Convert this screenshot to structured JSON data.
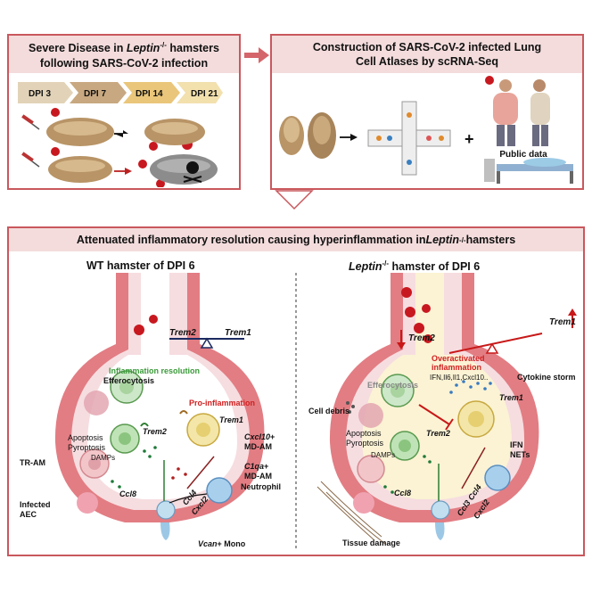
{
  "top_left": {
    "title_line1_a": "Severe Disease in ",
    "title_line1_gene": "Leptin",
    "title_line1_sup": "-/-",
    "title_line1_b": " hamsters",
    "title_line2": "following SARS-CoV-2 infection",
    "dpi": [
      "DPI 3",
      "DPI 7",
      "DPI 14",
      "DPI 21"
    ]
  },
  "top_right": {
    "title_line1": "Construction  of SARS-CoV-2 infected Lung",
    "title_line2": "Cell Atlases by scRNA-Seq",
    "public_data": "Public data",
    "plus": "+"
  },
  "bottom": {
    "banner_a": "Attenuated inflammatory resolution causing hyperinflammation in ",
    "banner_gene": "Leptin",
    "banner_sup": "-/-",
    "banner_b": " hamsters",
    "left_title": "WT hamster of DPI 6",
    "right_title_gene": "Leptin",
    "right_title_sup": "-/-",
    "right_title_b": " hamster of DPI 6"
  },
  "wt": {
    "trem2": "Trem2",
    "trem1": "Trem1",
    "inflammation_resolution": "Inflammation resolution",
    "efferocytosis": "Efferocytosis",
    "pro_inflammation": "Pro-inflammation",
    "apoptosis": "Apoptosis",
    "pyroptosis": "Pyroptosis",
    "trem2_cell": "Trem2",
    "trem1_cell": "Trem1",
    "damps": "DAMPs",
    "cxcl10_gene": "Cxcl10",
    "cxcl10_plus": "+",
    "md_am": "MD-AM",
    "c1qa_gene": "C1qa",
    "c1qa_plus": "+",
    "md_am2": "MD-AM",
    "neutrophil": "Neutrophil",
    "tr_am": "TR-AM",
    "ccl8": "Ccl8",
    "ccl4": "Ccl4",
    "cxcl2": "Cxcl2",
    "infected": "Infected",
    "aec": "AEC",
    "vcan_gene": "Vcan",
    "vcan_rest": "+ Mono"
  },
  "ko": {
    "trem2": "Trem2",
    "trem1": "Trem1",
    "overactivated_1": "Overactivated",
    "overactivated_2": "inflammation",
    "cytokines": "IFN,Il6,Il1,Cxcl10..",
    "cytokine_storm": "Cytokine storm",
    "efferocytosis": "Efferocytosis",
    "cell_debris": "Cell debris",
    "apoptosis": "Apoptosis",
    "pyroptosis": "Pyroptosis",
    "damps": "DAMPs",
    "trem2_cell": "Trem2",
    "trem1_cell": "Trem1",
    "ifn": "IFN",
    "nets": "NETs",
    "ccl8": "Ccl8",
    "ccl3": "Ccl3",
    "ccl4": "Ccl4",
    "cxcl2": "Cxcl2",
    "tissue_damage": "Tissue damage"
  },
  "colors": {
    "border": "#c9585d",
    "band": "#f4dcdc",
    "tissue": "#e8848a",
    "green": "#3a9a3a",
    "red": "#d02020"
  }
}
